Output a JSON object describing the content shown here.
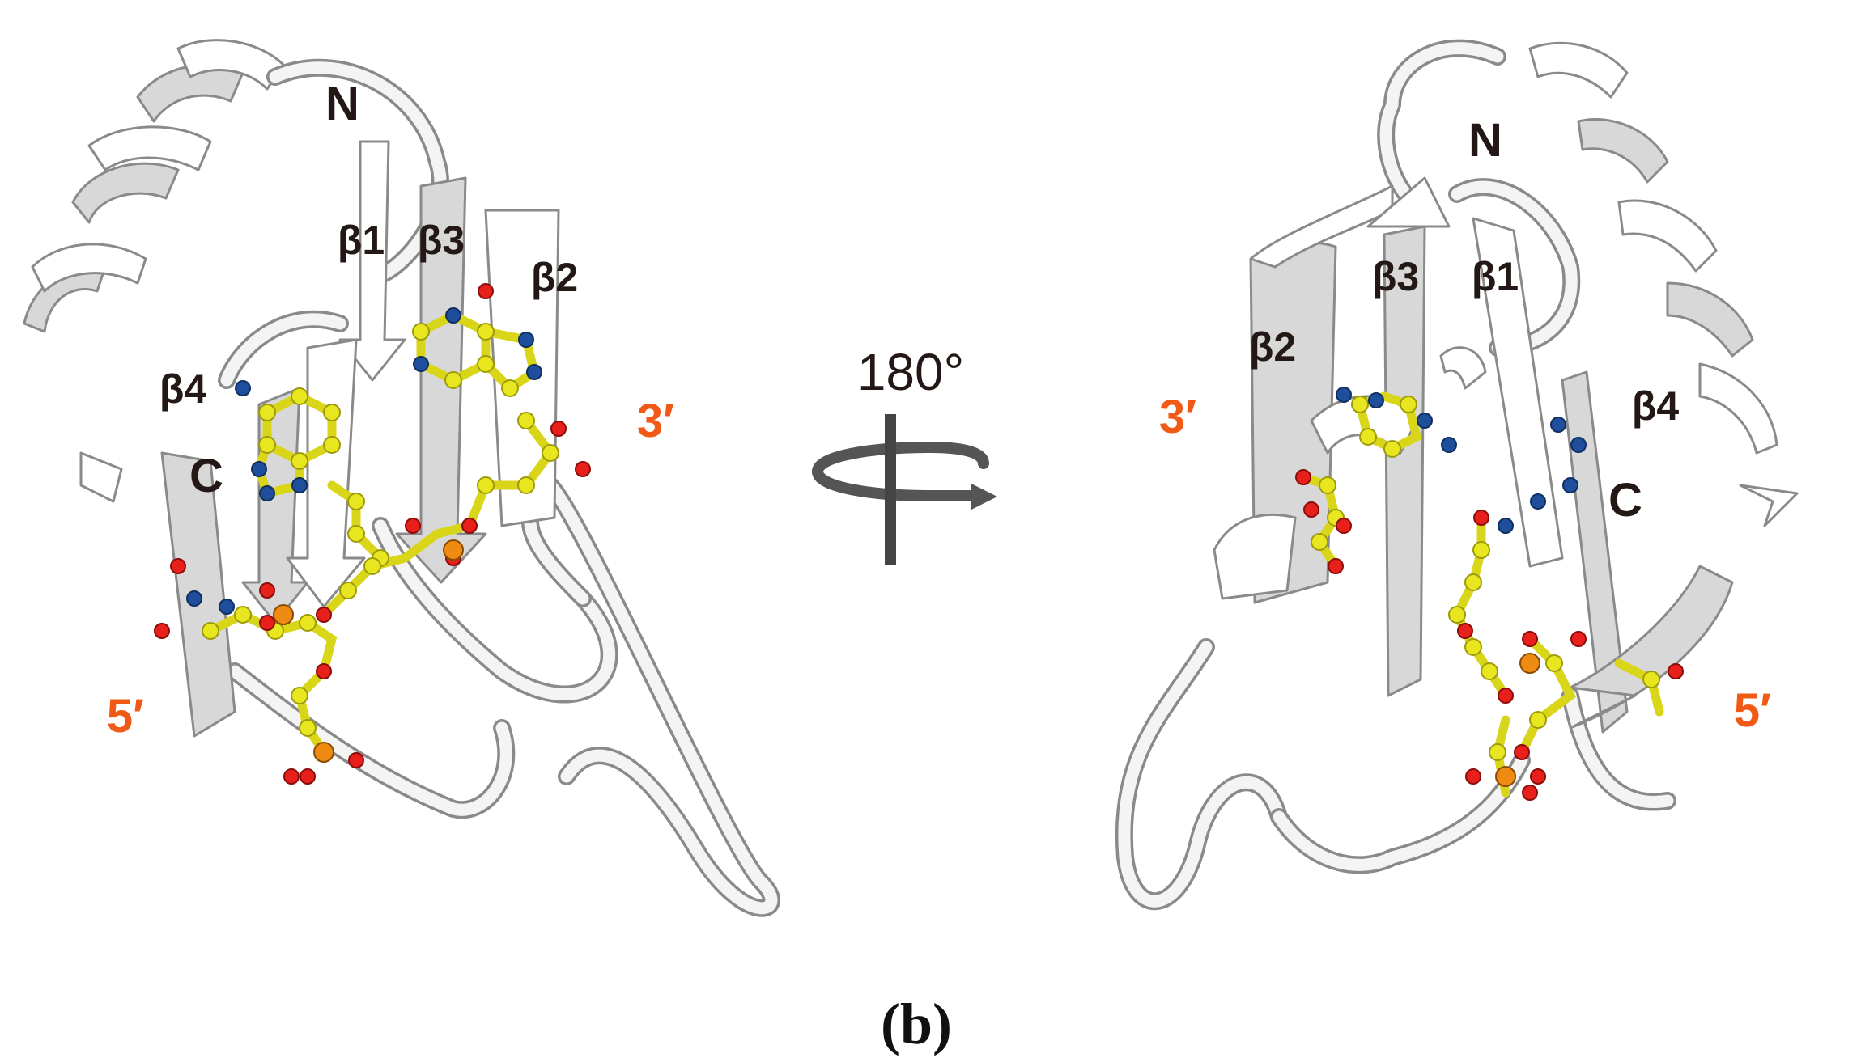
{
  "figure": {
    "panel_label": "(b)",
    "rotation_label": "180°",
    "colors": {
      "protein": "#e6e6e6",
      "carbon": "#e8e61e",
      "nitrogen": "#1f4e9c",
      "oxygen": "#e8201c",
      "phosphorus": "#ef8a12",
      "end_label": "#f05a16",
      "label": "#231815"
    },
    "left_view": {
      "n_terminus": "N",
      "c_terminus": "C",
      "strands": [
        "β1",
        "β3",
        "β2",
        "β4"
      ],
      "end_3": "3′",
      "end_5": "5′"
    },
    "right_view": {
      "n_terminus": "N",
      "c_terminus": "C",
      "strands": [
        "β3",
        "β1",
        "β2",
        "β4"
      ],
      "end_3": "3′",
      "end_5": "5′"
    }
  }
}
